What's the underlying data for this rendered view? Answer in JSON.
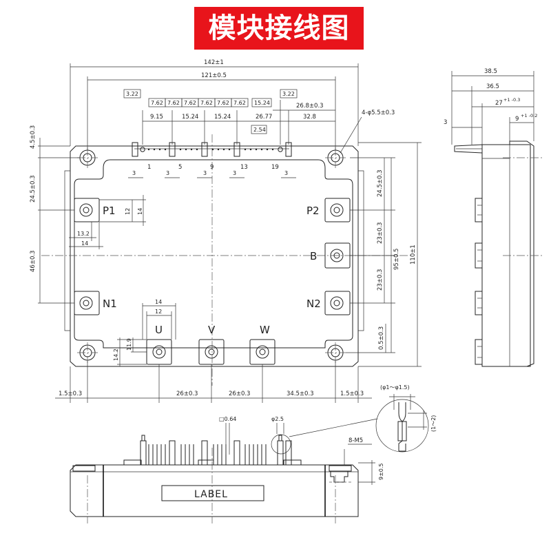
{
  "title": "模块接线图",
  "colors": {
    "banner": "#e8141b",
    "banner_text": "#ffffff",
    "line": "#222222"
  },
  "terminals": {
    "p1": "P1",
    "p2": "P2",
    "b": "B",
    "n1": "N1",
    "n2": "N2",
    "u": "U",
    "v": "V",
    "w": "W"
  },
  "pins": {
    "p1": "1",
    "p5": "5",
    "p9": "9",
    "p13": "13",
    "p19": "19"
  },
  "label_text": "LABEL",
  "dims": {
    "d142": "142±1",
    "d121": "121±0.5",
    "d322a": "3.22",
    "d322b": "3.22",
    "d762_1": "7.62",
    "d762_2": "7.62",
    "d762_3": "7.62",
    "d762_4": "7.62",
    "d762_5": "7.62",
    "d762_6": "7.62",
    "d1524_box": "15.24",
    "d268": "26.8±0.3",
    "d915": "9.15",
    "d1524_a": "15.24",
    "d1524_b": "15.24",
    "d2677": "26.77",
    "d328": "32.8",
    "d254": "2.54",
    "dhole": "4-φ5.5±0.3",
    "d3_1": "3",
    "d3_2": "3",
    "d3_3": "3",
    "d3_4": "3",
    "d3_5": "3",
    "d45": "4.5±0.3",
    "d245l": "24.5±0.3",
    "d46": "46±0.3",
    "d245r": "24.5±0.3",
    "d23a": "23±0.3",
    "d23b": "23±0.3",
    "d95": "95±0.5",
    "d110": "110±1",
    "d05": "0.5±0.3",
    "d12a": "12",
    "d14a": "14",
    "d132": "13.2",
    "d14b": "14",
    "d14c": "14",
    "d12b": "12",
    "d142v": "14.2",
    "d119": "11.9",
    "d15l": "1.5±0.3",
    "d26a": "26±0.3",
    "d26b": "26±0.3",
    "d345": "34.5±0.3",
    "d15r": "1.5±0.3",
    "s385": "38.5",
    "s365": "36.5",
    "s27": "27",
    "s27tol": "+1 -0.3",
    "s9": "9",
    "s9tol": "+1 -0.2",
    "s3": "3",
    "f064": "□0.64",
    "f25": "φ2.5",
    "f8m5": "8-M5",
    "f9": "9±0.5",
    "pin_d": "(φ1～φ1.5)",
    "pin_len": "(1～2)"
  }
}
